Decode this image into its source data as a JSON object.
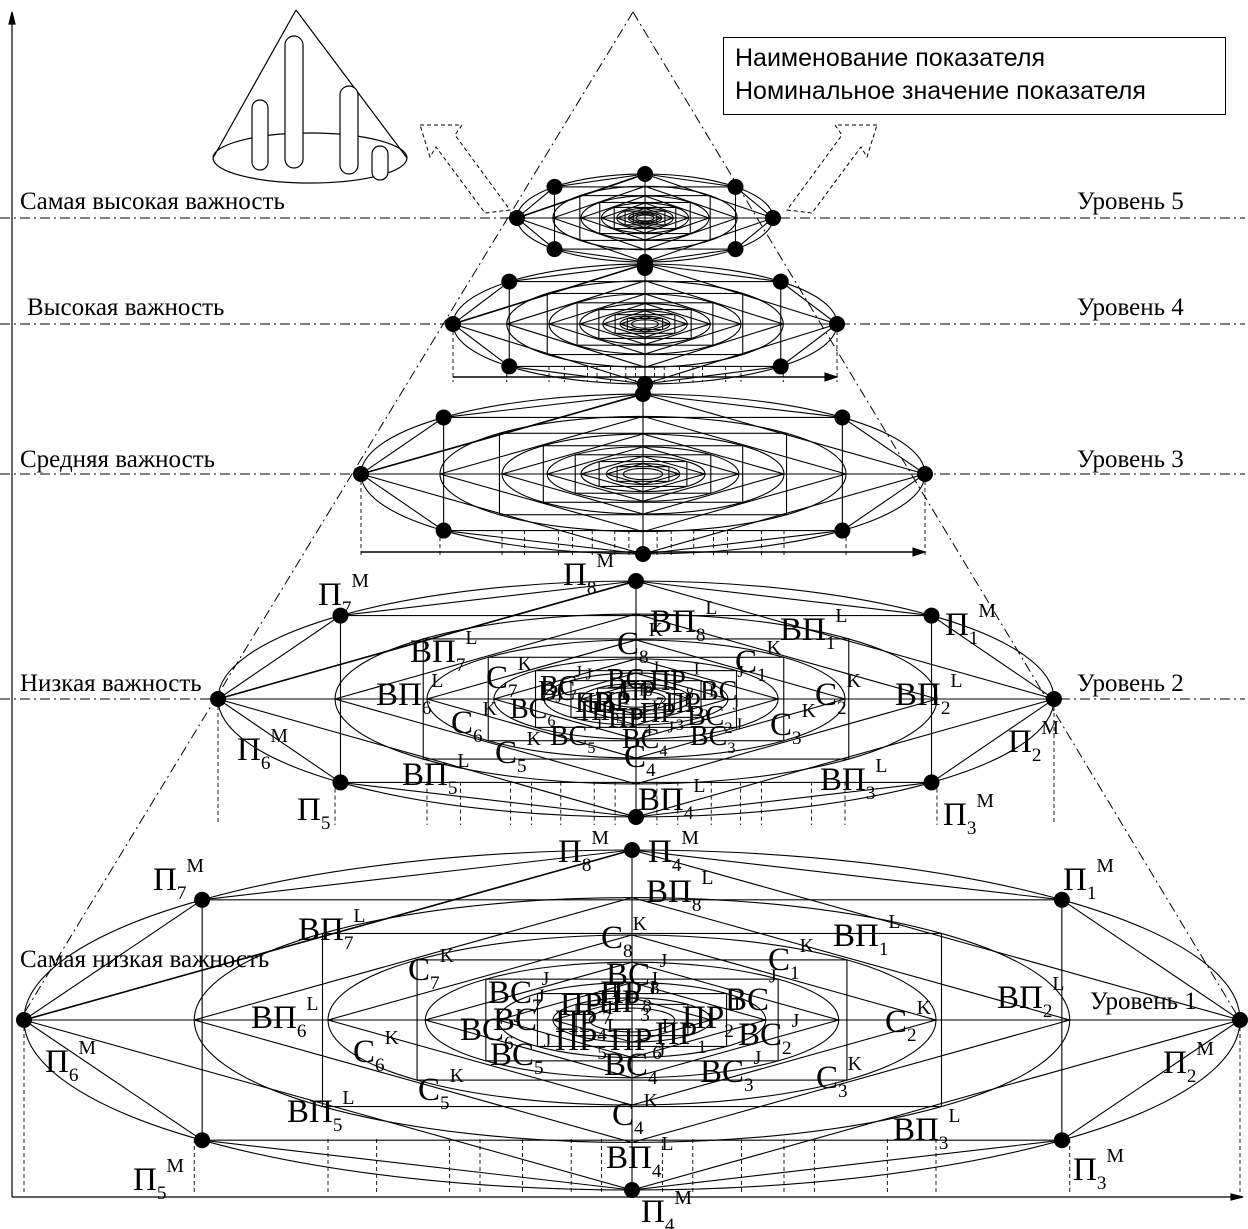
{
  "legend": {
    "line1": "Наименование показателя",
    "line2": "Номинальное значение показателя"
  },
  "importance_labels": [
    "Самая высокая важность",
    "Высокая важность",
    "Средняя важность",
    "Низкая важность",
    "Самая низкая важность"
  ],
  "level_labels": [
    "Уровень 5",
    "Уровень 4",
    "Уровень 3",
    "Уровень 2",
    "Уровень 1"
  ],
  "level2_labels": [
    {
      "b": "П",
      "sub": "7",
      "sup": "M"
    },
    {
      "b": "П",
      "sub": "8",
      "sup": "M"
    },
    {
      "b": "П",
      "sub": "1",
      "sup": "M"
    },
    {
      "b": "ВП",
      "sub": "7",
      "sup": "L"
    },
    {
      "b": "ВП",
      "sub": "8",
      "sup": "L"
    },
    {
      "b": "ВП",
      "sub": "1",
      "sup": "L"
    },
    {
      "b": "С",
      "sub": "8",
      "sup": "K"
    },
    {
      "b": "С",
      "sub": "7",
      "sup": "K"
    },
    {
      "b": "С",
      "sub": "1",
      "sup": "K"
    },
    {
      "b": "ВП",
      "sub": "6",
      "sup": "L"
    },
    {
      "b": "С",
      "sub": "2",
      "sup": "K"
    },
    {
      "b": "ВП",
      "sub": "2",
      "sup": "L"
    },
    {
      "b": "П",
      "sub": "6",
      "sup": "M"
    },
    {
      "b": "С",
      "sub": "6",
      "sup": "K"
    },
    {
      "b": "С",
      "sub": "3",
      "sup": "K"
    },
    {
      "b": "П",
      "sub": "2",
      "sup": "M"
    },
    {
      "b": "С",
      "sub": "5",
      "sup": "K"
    },
    {
      "b": "С",
      "sub": "4",
      "sup": ""
    },
    {
      "b": "ВП",
      "sub": "5",
      "sup": "L"
    },
    {
      "b": "ВП",
      "sub": "3",
      "sup": "L"
    },
    {
      "b": "ВП",
      "sub": "4",
      "sup": "L"
    },
    {
      "b": "П",
      "sub": "5",
      "sup": ""
    },
    {
      "b": "П",
      "sub": "3",
      "sup": "M"
    }
  ],
  "level1_labels": [
    {
      "b": "П",
      "sub": "8",
      "sup": "M"
    },
    {
      "b": "П",
      "sub": "4",
      "sup": "M"
    },
    {
      "b": "П",
      "sub": "7",
      "sup": "M"
    },
    {
      "b": "ВП",
      "sub": "8",
      "sup": "L"
    },
    {
      "b": "П",
      "sub": "1",
      "sup": "M"
    },
    {
      "b": "ВП",
      "sub": "7",
      "sup": "L"
    },
    {
      "b": "С",
      "sub": "8",
      "sup": "K"
    },
    {
      "b": "ВП",
      "sub": "1",
      "sup": "L"
    },
    {
      "b": "С",
      "sub": "7",
      "sup": "K"
    },
    {
      "b": "С",
      "sub": "1",
      "sup": "K"
    },
    {
      "b": "ВП",
      "sub": "6",
      "sup": "L"
    },
    {
      "b": "ВП",
      "sub": "2",
      "sup": "L"
    },
    {
      "b": "С",
      "sub": "6",
      "sup": "K"
    },
    {
      "b": "С",
      "sub": "2",
      "sup": "K"
    },
    {
      "b": "П",
      "sub": "6",
      "sup": "M"
    },
    {
      "b": "П",
      "sub": "2",
      "sup": "M"
    },
    {
      "b": "С",
      "sub": "5",
      "sup": "K"
    },
    {
      "b": "С",
      "sub": "3",
      "sup": "K"
    },
    {
      "b": "ВП",
      "sub": "5",
      "sup": "L"
    },
    {
      "b": "С",
      "sub": "4",
      "sup": "K"
    },
    {
      "b": "ВП",
      "sub": "3",
      "sup": "L"
    },
    {
      "b": "ВП",
      "sub": "4",
      "sup": "L"
    },
    {
      "b": "П",
      "sub": "5",
      "sup": "M"
    },
    {
      "b": "П",
      "sub": "3",
      "sup": "M"
    },
    {
      "b": "П",
      "sub": "4",
      "sup": "M"
    }
  ],
  "inner_labels": [
    {
      "b": "ВС",
      "sub": "",
      "sup": "J"
    },
    {
      "b": "ВС",
      "sub": "",
      "sup": "J"
    },
    {
      "b": "ВС",
      "sub": "2",
      "sup": "J"
    },
    {
      "b": "ВС",
      "sub": "3",
      "sup": "J"
    },
    {
      "b": "ВС",
      "sub": "4",
      "sup": "J"
    },
    {
      "b": "ВС",
      "sub": "5",
      "sup": "J"
    },
    {
      "b": "ВС",
      "sub": "6",
      "sup": "J"
    },
    {
      "b": "ВС",
      "sub": "7",
      "sup": "J"
    },
    {
      "b": "ВС",
      "sub": "8",
      "sup": "J"
    },
    {
      "b": "ПР",
      "sub": "1",
      "sup": "I"
    },
    {
      "b": "ПР",
      "sub": "2",
      "sup": "I"
    },
    {
      "b": "ПР",
      "sub": "3",
      "sup": "I"
    },
    {
      "b": "ПР",
      "sub": "4",
      "sup": "I"
    },
    {
      "b": "ПР",
      "sub": "5",
      "sup": "I"
    },
    {
      "b": "ПР",
      "sub": "6",
      "sup": "I"
    },
    {
      "b": "ПР",
      "sub": "7",
      "sup": "I"
    },
    {
      "b": "ПР",
      "sub": "8",
      "sup": "I"
    }
  ]
}
